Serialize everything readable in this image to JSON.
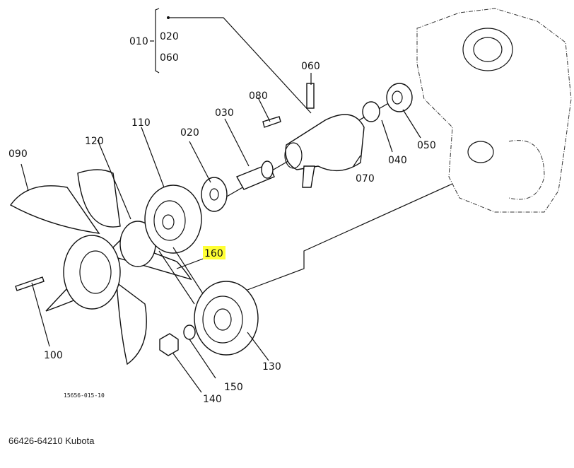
{
  "diagram": {
    "kit_label": "010",
    "kit_range": [
      "020",
      "060"
    ],
    "parts": {
      "p060": "060",
      "p080": "080",
      "p030": "030",
      "p020": "020",
      "p110": "110",
      "p120": "120",
      "p090": "090",
      "p070": "070",
      "p040": "040",
      "p050": "050",
      "p160": "160",
      "p100": "100",
      "p130": "130",
      "p140": "140",
      "p150": "150"
    },
    "highlight_color": "#ffff33",
    "highlighted_part": "160",
    "drawing_code": "15656-015-10"
  },
  "caption": "66426-64210 Kubota"
}
